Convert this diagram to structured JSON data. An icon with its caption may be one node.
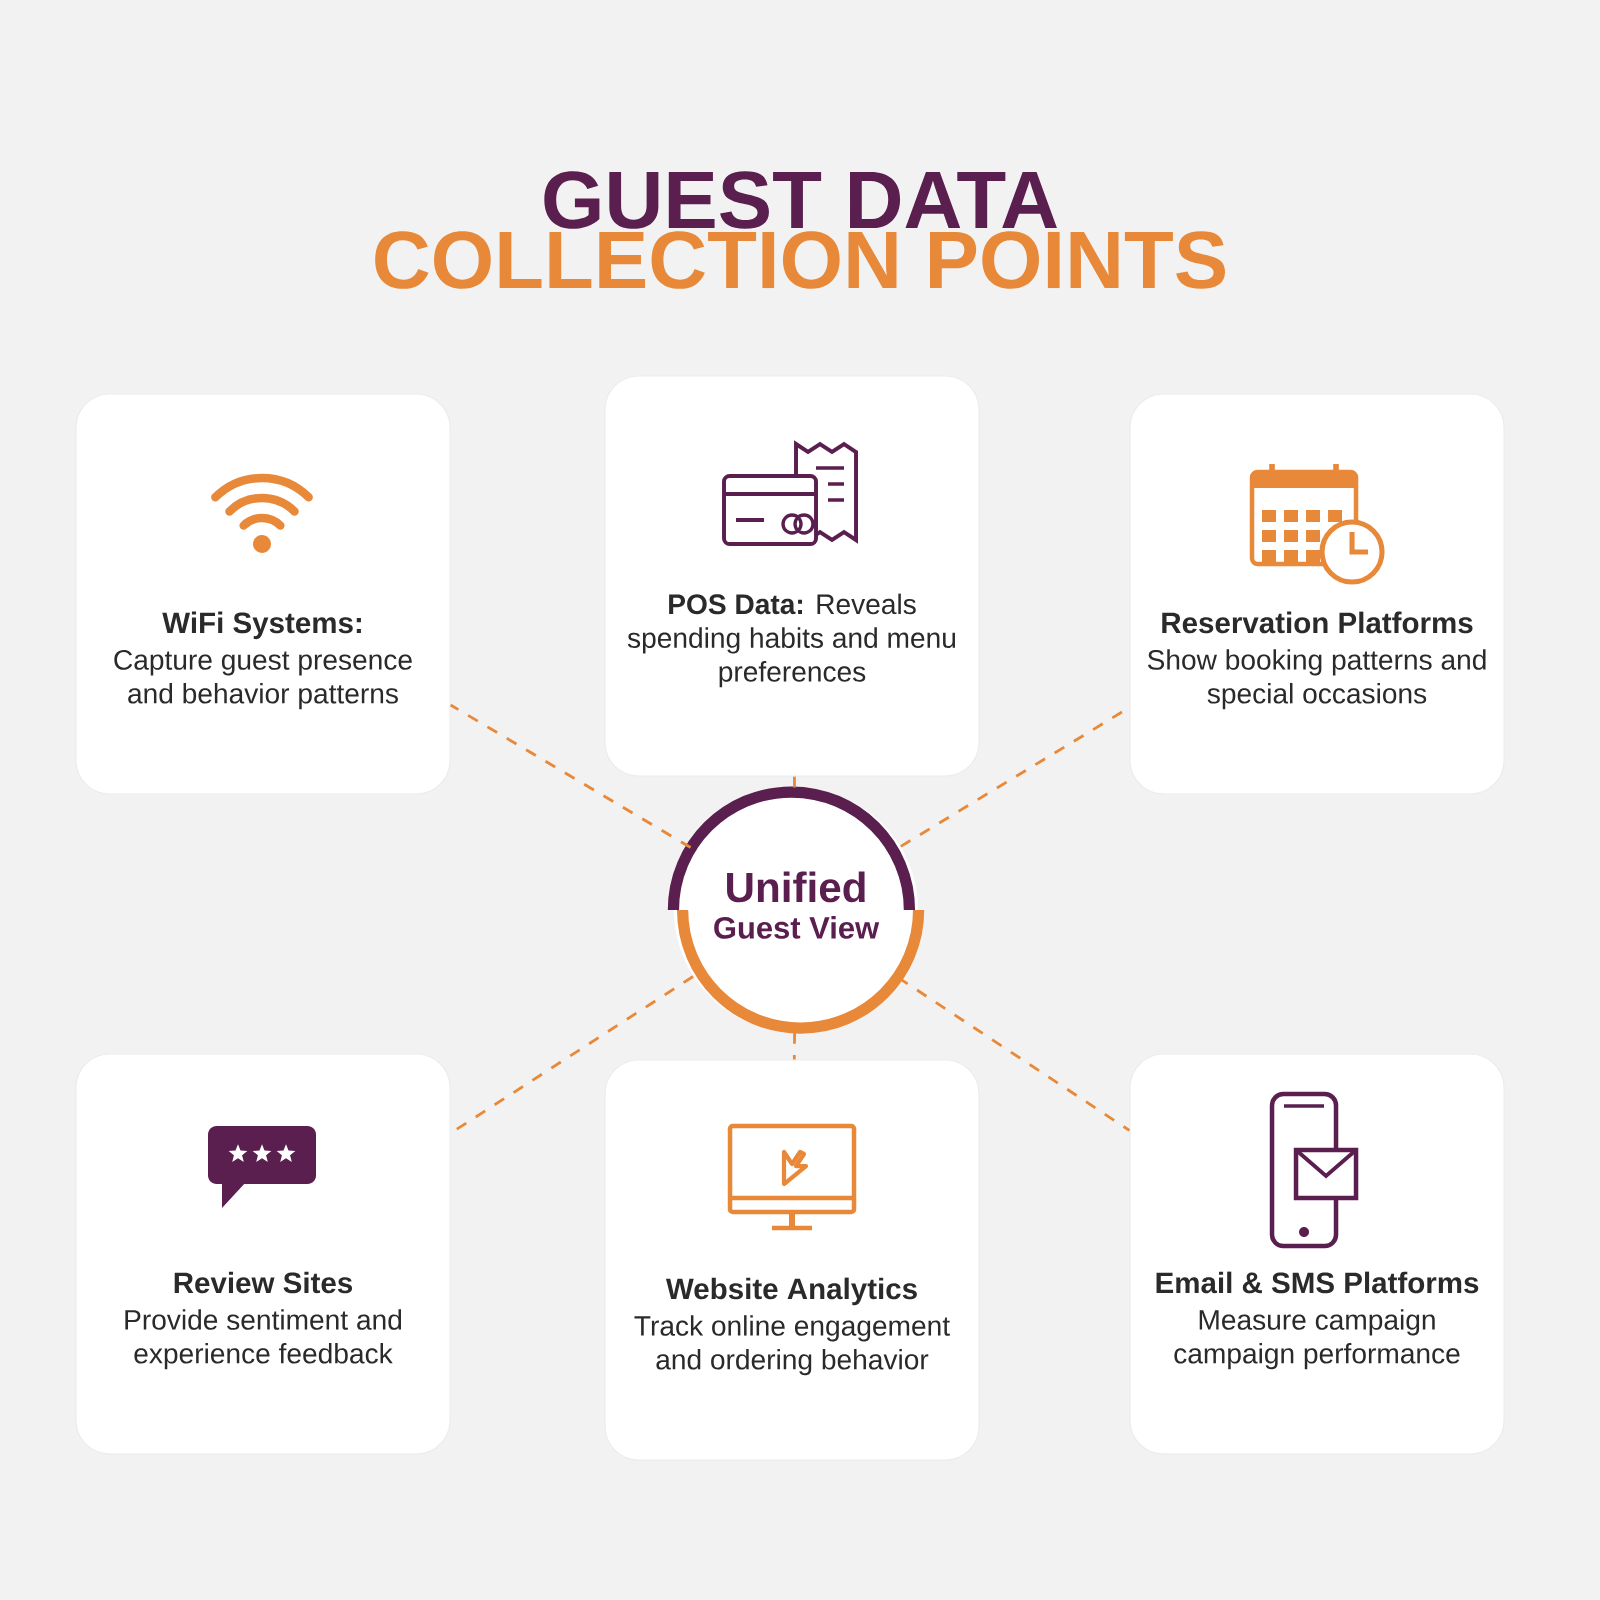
{
  "diagram": {
    "title": "GUEST DATA",
    "nodes": [
      {
        "text": [
          "WiFi Systems:",
          "Capture guest presence and behavior patterns"
        ]
      },
      {
        "text": [
          "**POS Data:** Reveals spending habits and menu preferences"
        ]
      },
      {
        "text": [
          "Reservation Platforms",
          "Show booking patterns and special occasions"
        ]
      },
      {
        "text": [
          "Unified",
          "Guest View"
        ]
      },
      {
        "text": [
          "Review Sites",
          "Provide sentiment and experience feedback"
        ]
      },
      {
        "text": [
          "Website Analytics",
          "Track online engagement and ordering behavior"
        ]
      },
      {
        "text": [
          "Email & SMS Platforms",
          "Measure campaign campaign performance"
        ]
      }
    ],
    "edges": [
      {
        "from": 3,
        "to": 0,
        "arrow": "none",
        "style": "dashed"
      },
      {
        "from": 3,
        "to": 1,
        "arrow": "none",
        "style": "dashed"
      },
      {
        "from": 3,
        "to": 2,
        "arrow": "none",
        "style": "dashed"
      },
      {
        "from": 3,
        "to": 4,
        "arrow": "none",
        "style": "dashed"
      },
      {
        "from": 3,
        "to": 5,
        "arrow": "none",
        "style": "dashed"
      },
      {
        "from": 3,
        "to": 6,
        "arrow": "none",
        "style": "dashed"
      }
    ],
    "labels": [
      "COLLECTION POINTS"
    ]
  }
}
